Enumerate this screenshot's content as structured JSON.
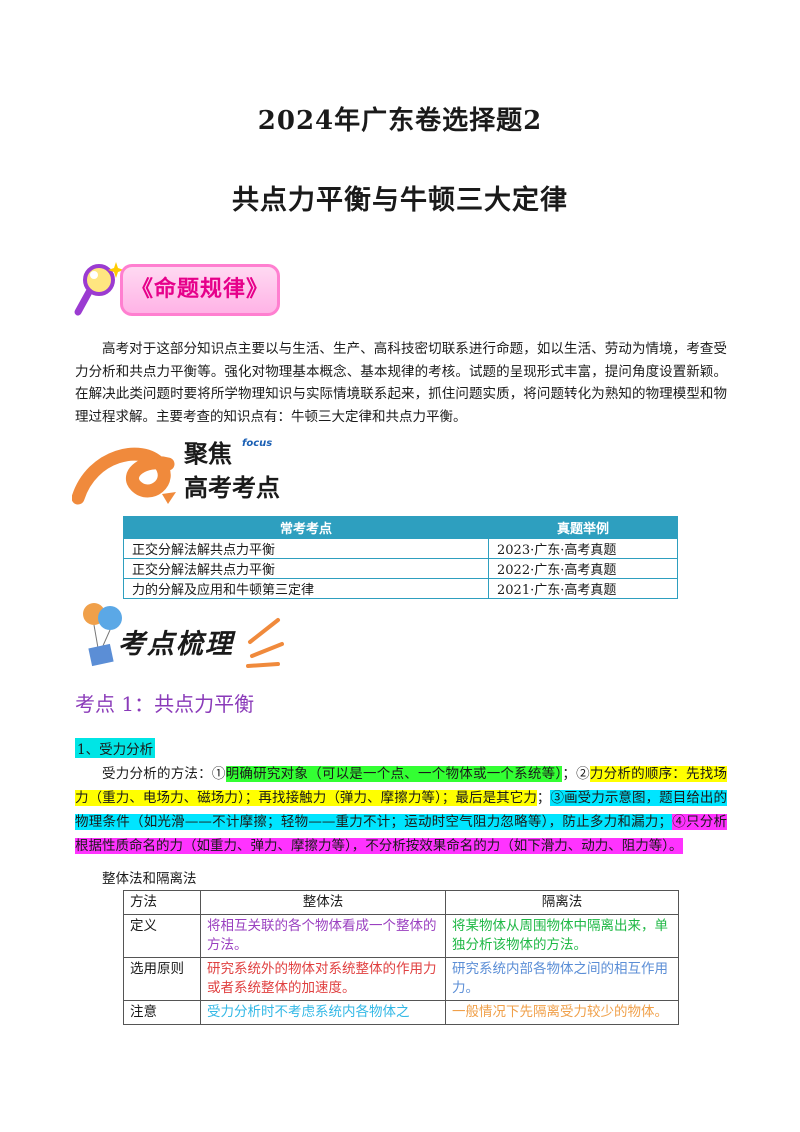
{
  "doc": {
    "title_line1": "2024年广东卷选择题2",
    "title_line2": "共点力平衡与牛顿三大定律"
  },
  "banner_rule": {
    "label": "《命题规律》"
  },
  "intro_paragraph": "高考对于这部分知识点主要以与生活、生产、高科技密切联系进行命题，如以生活、劳动为情境，考查受力分析和共点力平衡等。强化对物理基本概念、基本规律的考核。试题的呈现形式丰富，提问角度设置新颖。在解决此类问题时要将所学物理知识与实际情境联系起来，抓住问题实质，将问题转化为熟知的物理模型和物理过程求解。主要考查的知识点有：牛顿三大定律和共点力平衡。",
  "banner_focus": {
    "line1": "聚焦",
    "tag": "focus",
    "line2": "高考考点"
  },
  "kp_table": {
    "headers": [
      "常考考点",
      "真题举例"
    ],
    "rows": [
      [
        "正交分解法解共点力平衡",
        "2023·广东·高考真题"
      ],
      [
        "正交分解法解共点力平衡",
        "2022·广东·高考真题"
      ],
      [
        "力的分解及应用和牛顿第三定律",
        "2021·广东·高考真题"
      ]
    ]
  },
  "banner_sort": {
    "label": "考点梳理"
  },
  "section1": {
    "heading": "考点 1：共点力平衡",
    "sub1": "1、受力分析",
    "p_lead": "受力分析的方法：①",
    "p_g": "明确研究对象（可以是一个点、一个物体或一个系统等）",
    "p_sep1": "；②",
    "p_y": "力分析的顺序：先找场力（重力、电场力、磁场力）；再找接触力（弹力、摩擦力等）；最后是其它力",
    "p_sep2": "；",
    "p_c": "③画受力示意图，题目给出的物理条件（如光滑——不计摩擦；轻物——重力不计；运动时空气阻力忽略等），防止多力和漏力",
    "p_sep3": "；",
    "p_m": "④只分析根据性质命名的力（如重力、弹力、摩擦力等），不分析按效果命名的力（如下滑力、动力、阻力等）。",
    "sub2": "整体法和隔离法"
  },
  "method_table": {
    "headers": [
      "方法",
      "整体法",
      "隔离法"
    ],
    "rows": [
      {
        "label": "定义",
        "whole": "将相互关联的各个物体看成一个整体的方法。",
        "isolate": "将某物体从周围物体中隔离出来，单独分析该物体的方法。"
      },
      {
        "label": "选用原则",
        "whole": "研究系统外的物体对系统整体的作用力或者系统整体的加速度。",
        "isolate": "研究系统内部各物体之间的相互作用力。"
      },
      {
        "label": "注意",
        "whole": "受力分析时不考虑系统内各物体之",
        "isolate": "一般情况下先隔离受力较少的物体。"
      }
    ]
  }
}
